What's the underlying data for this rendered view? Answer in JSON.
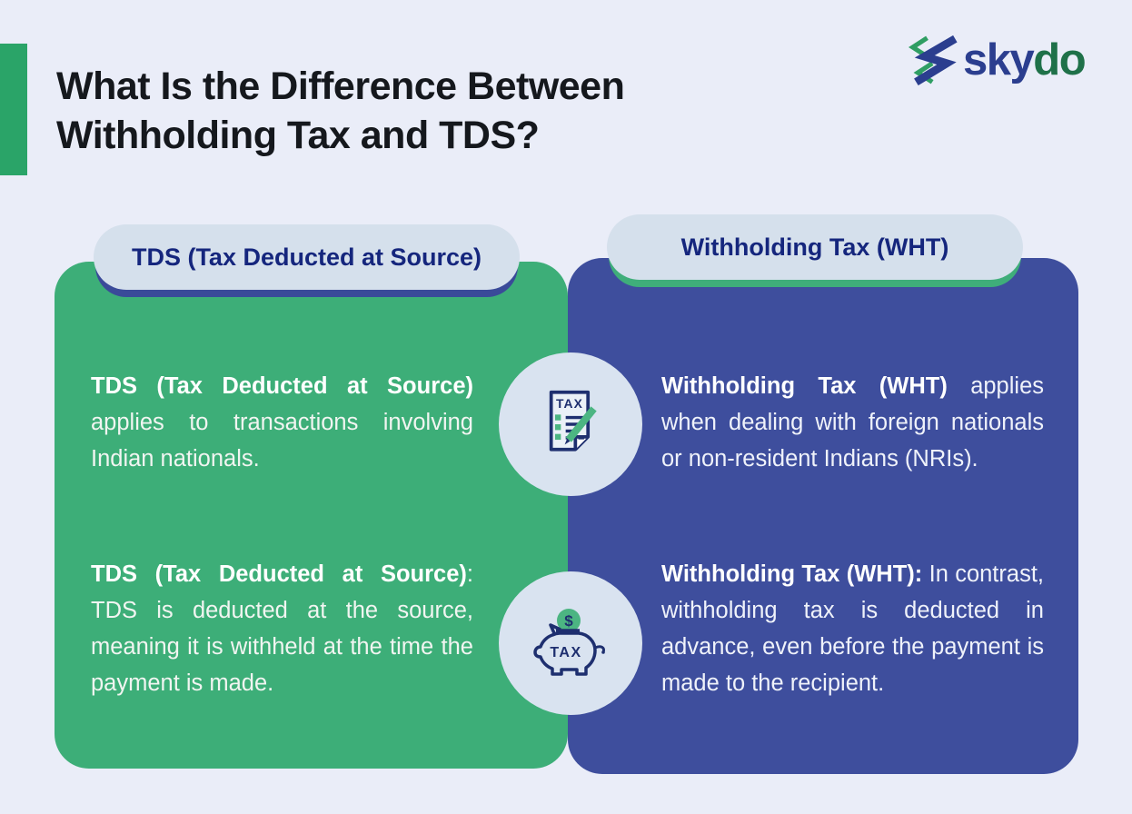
{
  "header": {
    "title_line1": "What Is the Difference Between",
    "title_line2": "Withholding Tax and TDS?"
  },
  "logo": {
    "sky": "sky",
    "do": "do",
    "mark": "skydo-chevron-mark"
  },
  "cards": [
    {
      "side": "left",
      "pill_label": "TDS (Tax Deducted at Source)",
      "paragraphs": [
        {
          "lead": "TDS (Tax Deducted at Source)",
          "rest": " applies to transactions involving Indian nationals."
        },
        {
          "lead": "TDS (Tax Deducted at Source)",
          "rest": ": TDS is deducted at the source, meaning it is withheld at the time the payment is made."
        }
      ]
    },
    {
      "side": "right",
      "pill_label": "Withholding Tax (WHT)",
      "paragraphs": [
        {
          "lead": "Withholding Tax (WHT)",
          "rest": " applies when dealing with foreign nationals or non-resident Indians (NRIs)."
        },
        {
          "lead": "Withholding Tax (WHT):",
          "rest": " In contrast, withholding tax is deducted in advance, even before the payment is made to the recipient."
        }
      ]
    }
  ],
  "icons": {
    "tax_document": {
      "name": "tax-document-icon",
      "label": "TAX"
    },
    "piggy_bank": {
      "name": "piggy-bank-tax-icon",
      "label": "TAX",
      "coin": "$"
    }
  },
  "colors": {
    "background": "#EAEDF8",
    "card_green": "#3DAE78",
    "card_blue": "#3E4E9D",
    "pill_bg": "#D5E0EC",
    "pill_text_navy": "#15267D",
    "pill_shadow_navy": "#3A4A99",
    "pill_shadow_green": "#3FAE7A",
    "accent_bar_green": "#2AA468",
    "icon_circle": "#D9E3F0",
    "icon_outline_navy": "#1E2F6F",
    "icon_green": "#4CB582",
    "logo_blue": "#2B3E8F",
    "logo_green": "#1F7149",
    "title_text": "#15181D"
  }
}
